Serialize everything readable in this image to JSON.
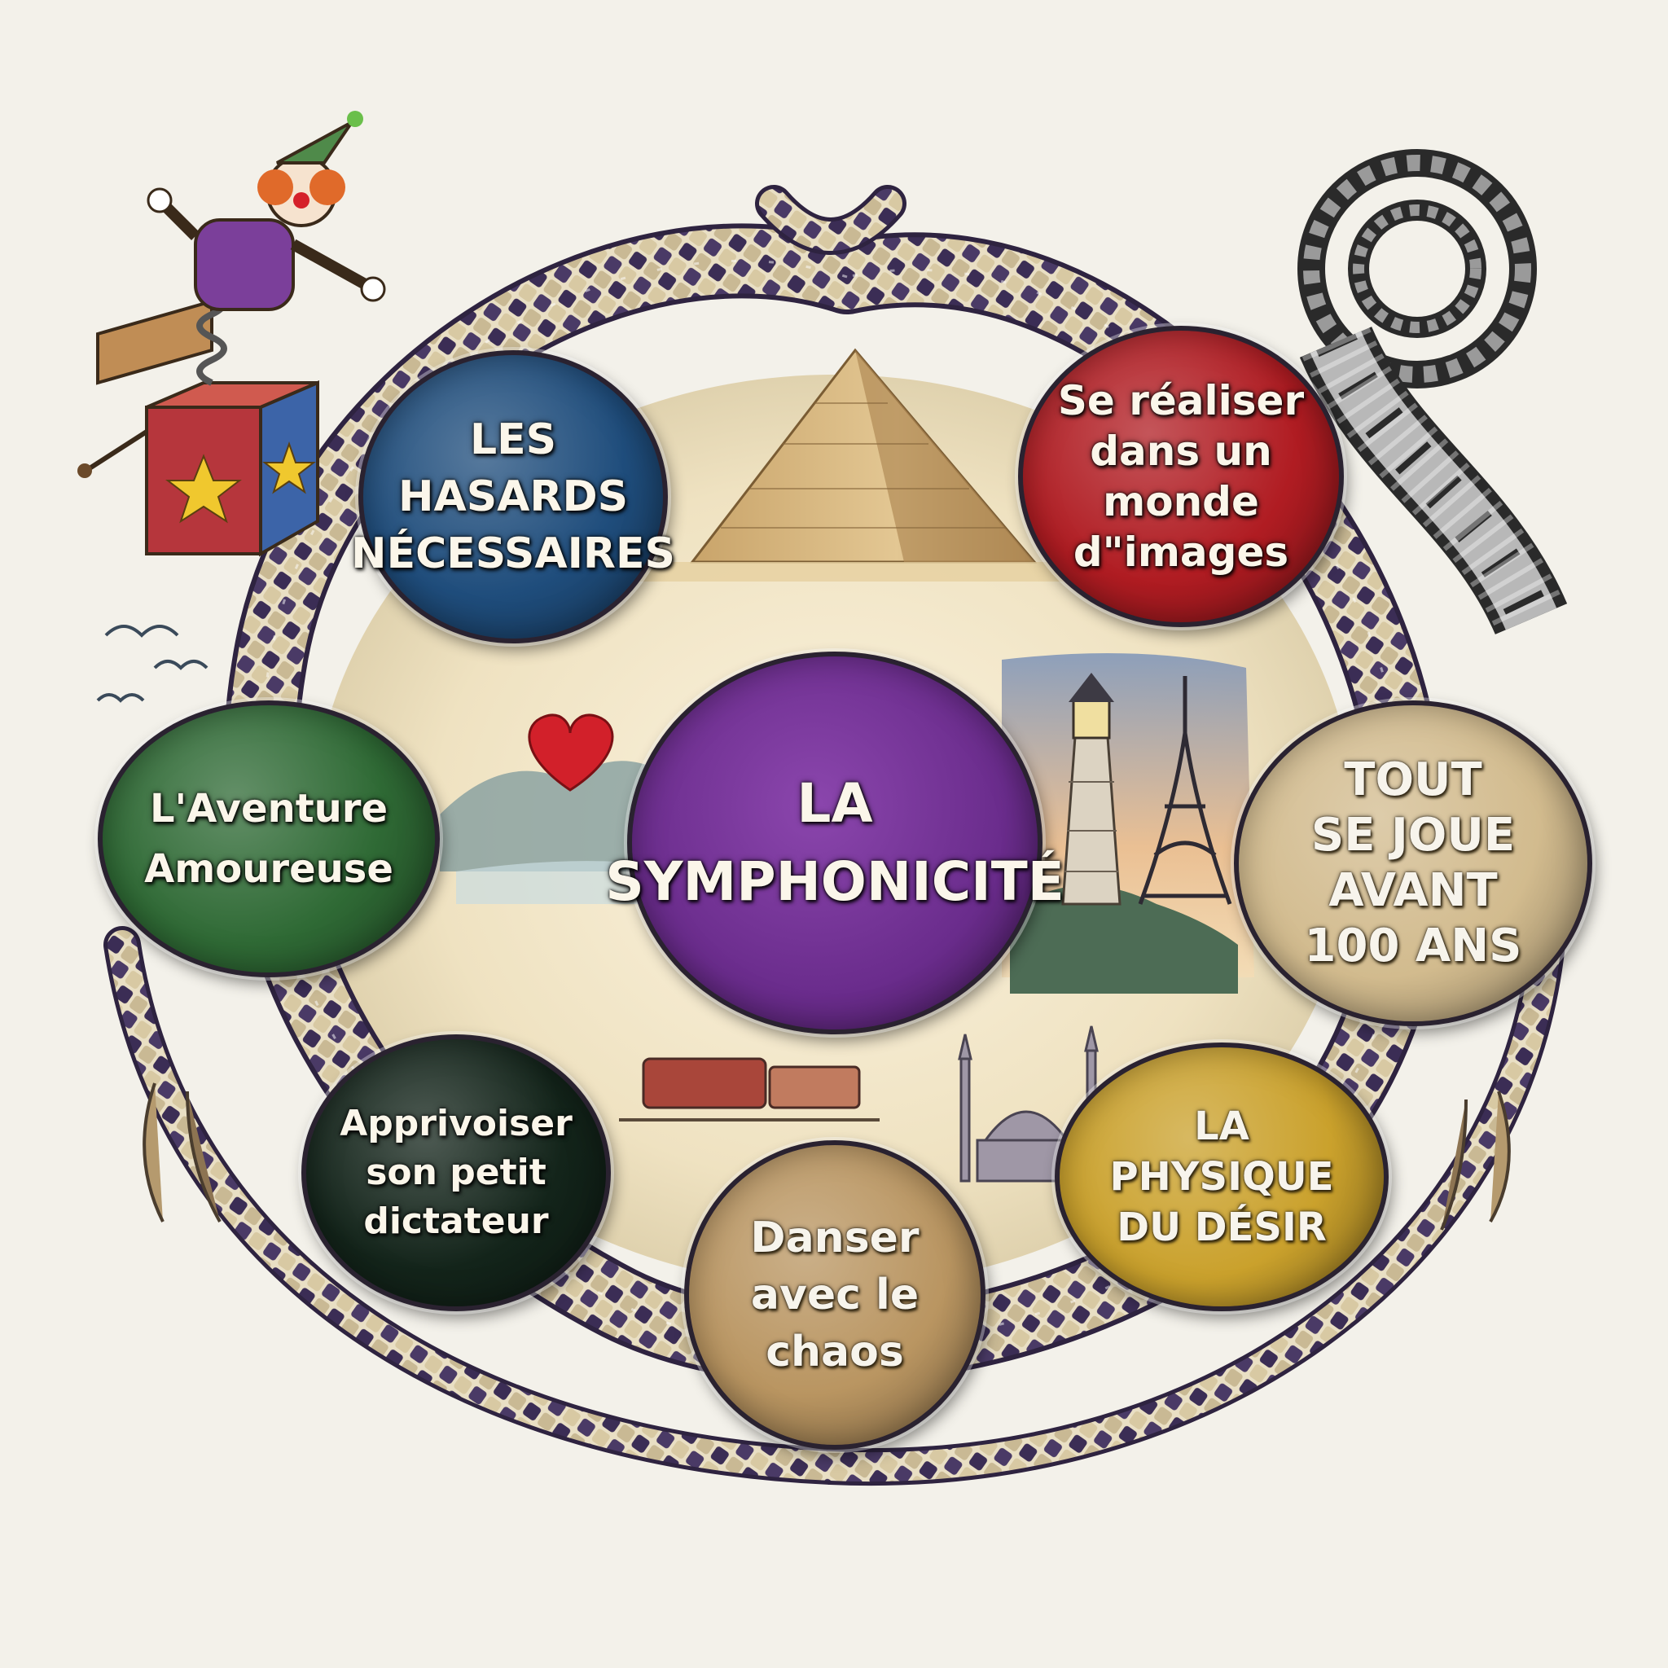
{
  "center": {
    "lines": [
      "LA",
      "SYMPHONICITÉ"
    ],
    "color": "#6a2c8c"
  },
  "nodes": [
    {
      "id": "hasards",
      "lines": [
        "LES",
        "HASARDS",
        "NÉCESSAIRES"
      ],
      "color": "#1f4d7c"
    },
    {
      "id": "images",
      "lines": [
        "Se réaliser",
        "dans un",
        "monde",
        "d\"images"
      ],
      "color": "#b01c22"
    },
    {
      "id": "tout",
      "lines": [
        "TOUT",
        "SE JOUE",
        "AVANT",
        "100 ANS"
      ],
      "color": "#d2bb8e"
    },
    {
      "id": "desir",
      "lines": [
        "LA",
        "PHYSIQUE",
        "DU DÉSIR"
      ],
      "color": "#caa12c"
    },
    {
      "id": "chaos",
      "lines": [
        "Danser",
        "avec le",
        "chaos"
      ],
      "color": "#b99561"
    },
    {
      "id": "dictateur",
      "lines": [
        "Apprivoiser",
        "son petit",
        "dictateur"
      ],
      "color": "#13241a"
    },
    {
      "id": "aventure",
      "lines": [
        "L'Aventure",
        "Amoureuse"
      ],
      "color": "#2f6a35"
    }
  ],
  "icons": [
    "jack-in-the-box-icon",
    "film-reel-icon",
    "pyramid-icon",
    "lighthouse-icon",
    "eiffel-tower-icon",
    "heart-icon",
    "mosque-icon",
    "bird-icon"
  ]
}
